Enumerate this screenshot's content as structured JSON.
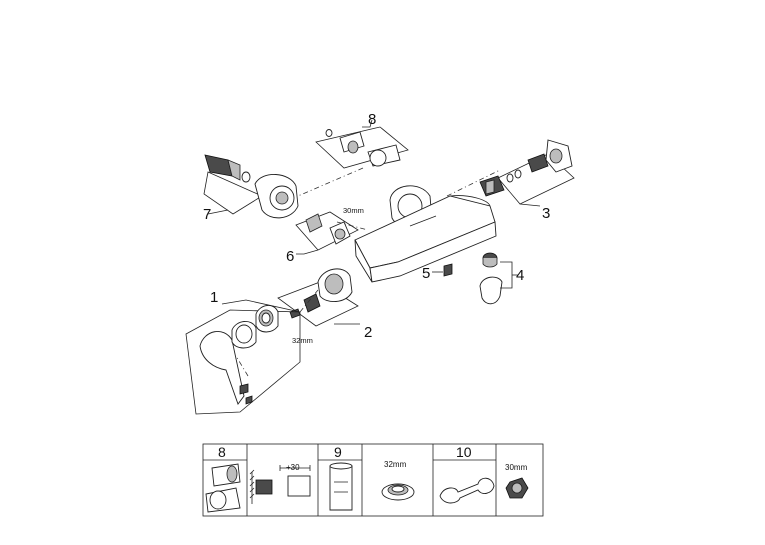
{
  "callouts": {
    "c1": "1",
    "c2": "2",
    "c3": "3",
    "c4": "4",
    "c5": "5",
    "c6": "6",
    "c7": "7",
    "c8": "8"
  },
  "dimensions": {
    "nut_30mm": "30mm",
    "ring_32mm": "32mm"
  },
  "tools_table": {
    "col8": "8",
    "plus30": "+30",
    "col9": "9",
    "dim32": "32mm",
    "col10": "10",
    "dim30": "30mm"
  }
}
